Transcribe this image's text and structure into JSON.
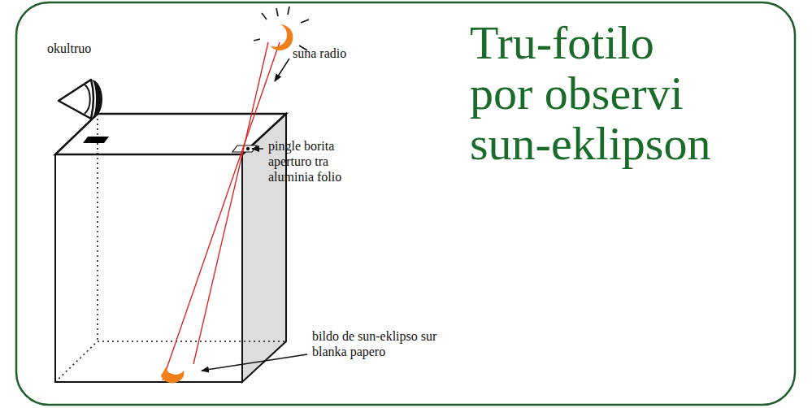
{
  "diagram": {
    "title": "Tru-fotilo por observi sun-eklipson",
    "labels": [
      "okultruo",
      "suna radio",
      "pingle borita aperturo tra aluminia folio",
      "bildo de sun-eklipso sur blanka papero"
    ]
  }
}
